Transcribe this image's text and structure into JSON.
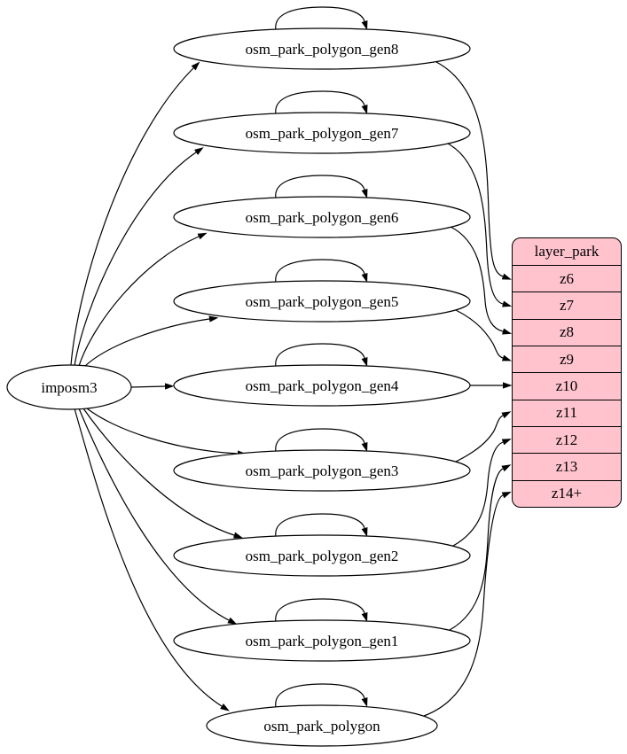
{
  "diagram": {
    "source_node": {
      "label": "imposm3"
    },
    "table_nodes": [
      {
        "label": "osm_park_polygon_gen8",
        "target_zoom": "z6"
      },
      {
        "label": "osm_park_polygon_gen7",
        "target_zoom": "z7"
      },
      {
        "label": "osm_park_polygon_gen6",
        "target_zoom": "z8"
      },
      {
        "label": "osm_park_polygon_gen5",
        "target_zoom": "z9"
      },
      {
        "label": "osm_park_polygon_gen4",
        "target_zoom": "z10"
      },
      {
        "label": "osm_park_polygon_gen3",
        "target_zoom": "z11"
      },
      {
        "label": "osm_park_polygon_gen2",
        "target_zoom": "z12"
      },
      {
        "label": "osm_park_polygon_gen1",
        "target_zoom": "z13"
      },
      {
        "label": "osm_park_polygon",
        "target_zoom": "z14+"
      }
    ],
    "layer_table": {
      "title": "layer_park",
      "rows": [
        "z6",
        "z7",
        "z8",
        "z9",
        "z10",
        "z11",
        "z12",
        "z13",
        "z14+"
      ]
    },
    "colors": {
      "layer_fill": "#ffc3cd",
      "node_fill": "#ffffff",
      "stroke": "#000000"
    }
  }
}
